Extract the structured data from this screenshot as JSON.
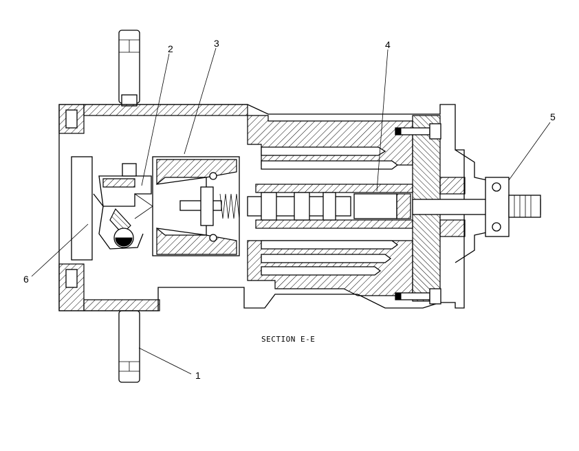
{
  "caption": "SECTION E-E",
  "callouts": [
    {
      "id": "1",
      "label": "1"
    },
    {
      "id": "2",
      "label": "2"
    },
    {
      "id": "3",
      "label": "3"
    },
    {
      "id": "4",
      "label": "4"
    },
    {
      "id": "5",
      "label": "5"
    },
    {
      "id": "6",
      "label": "6"
    }
  ],
  "colors": {
    "ink": "#000000",
    "paper": "#ffffff"
  }
}
